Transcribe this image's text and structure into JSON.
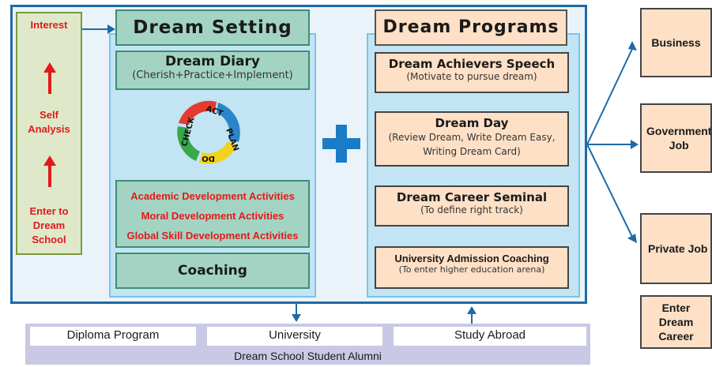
{
  "left_column": {
    "top_label": "Interest",
    "middle_label": "Self\nAnalysis",
    "bottom_label": "Enter to\nDream\nSchool"
  },
  "dream_setting": {
    "title": "Dream Setting",
    "diary_title": "Dream Diary",
    "diary_subtitle": "(Cherish+Practice+Implement)",
    "cycle_labels": [
      "ACT",
      "PLAN",
      "DO",
      "CHECK"
    ],
    "activities": [
      "Academic Development Activities",
      "Moral Development Activities",
      "Global Skill Development Activities"
    ],
    "coaching": "Coaching"
  },
  "dream_programs": {
    "title": "Dream Programs",
    "items": [
      {
        "title": "Dream Achievers Speech",
        "subtitle": "(Motivate to pursue dream)"
      },
      {
        "title": "Dream Day",
        "subtitle": "(Review Dream, Write Dream Easy, Writing Dream Card)"
      },
      {
        "title": "Dream Career Seminal",
        "subtitle": "(To define right track)"
      },
      {
        "title": "University Admission Coaching",
        "subtitle": "(To enter higher education arena)"
      }
    ]
  },
  "careers": {
    "business": "Business",
    "government": "Government\nJob",
    "private": "Private Job",
    "enter": "Enter\nDream\nCareer"
  },
  "bottom_bar": {
    "diploma": "Diploma Program",
    "university": "University",
    "study_abroad": "Study Abroad",
    "alumni": "Dream School Student Alumni"
  },
  "colors": {
    "frame_blue": "#1e6aa8",
    "red_text": "#e11a1a",
    "green_box": "#a3d4c3",
    "peach_box": "#fde0c6",
    "light_panel": "#c3e4f3",
    "plus_blue": "#1b7bc6"
  }
}
